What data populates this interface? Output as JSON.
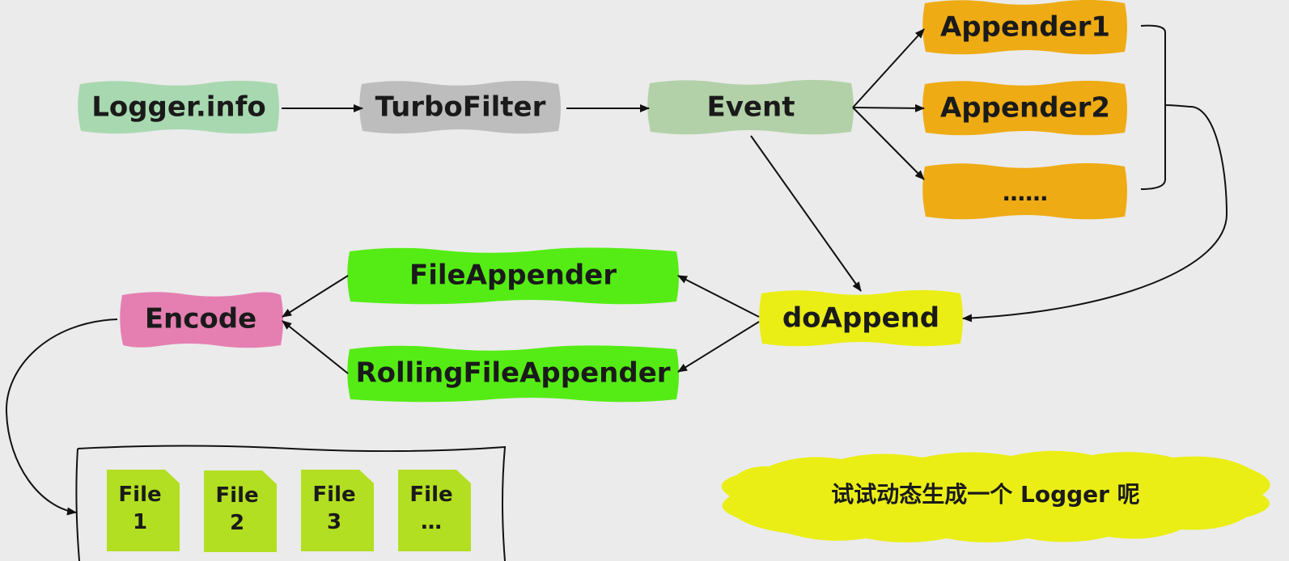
{
  "diagram": {
    "nodes": {
      "logger_info": "Logger.info",
      "turbo_filter": "TurboFilter",
      "event": "Event",
      "appender1": "Appender1",
      "appender2": "Appender2",
      "appender_more": "……",
      "do_append": "doAppend",
      "file_appender": "FileAppender",
      "rolling_file_appender": "RollingFileAppender",
      "encode": "Encode"
    },
    "files": [
      {
        "line1": "File",
        "line2": "1"
      },
      {
        "line1": "File",
        "line2": "2"
      },
      {
        "line1": "File",
        "line2": "3"
      },
      {
        "line1": "File",
        "line2": "…"
      }
    ],
    "callout": "试试动态生成一个 Logger 呢"
  },
  "colors": {
    "background": "#ebebeb",
    "logger_info": "#a8d8b0",
    "turbo_filter": "#bdbdbd",
    "event": "#b3d1a9",
    "appenders": "#eeab14",
    "do_append": "#eaee15",
    "file_appenders": "#55ec15",
    "encode": "#e57fb1",
    "file_icon": "#b2df21",
    "callout": "#eaee15",
    "stroke": "#111111"
  }
}
